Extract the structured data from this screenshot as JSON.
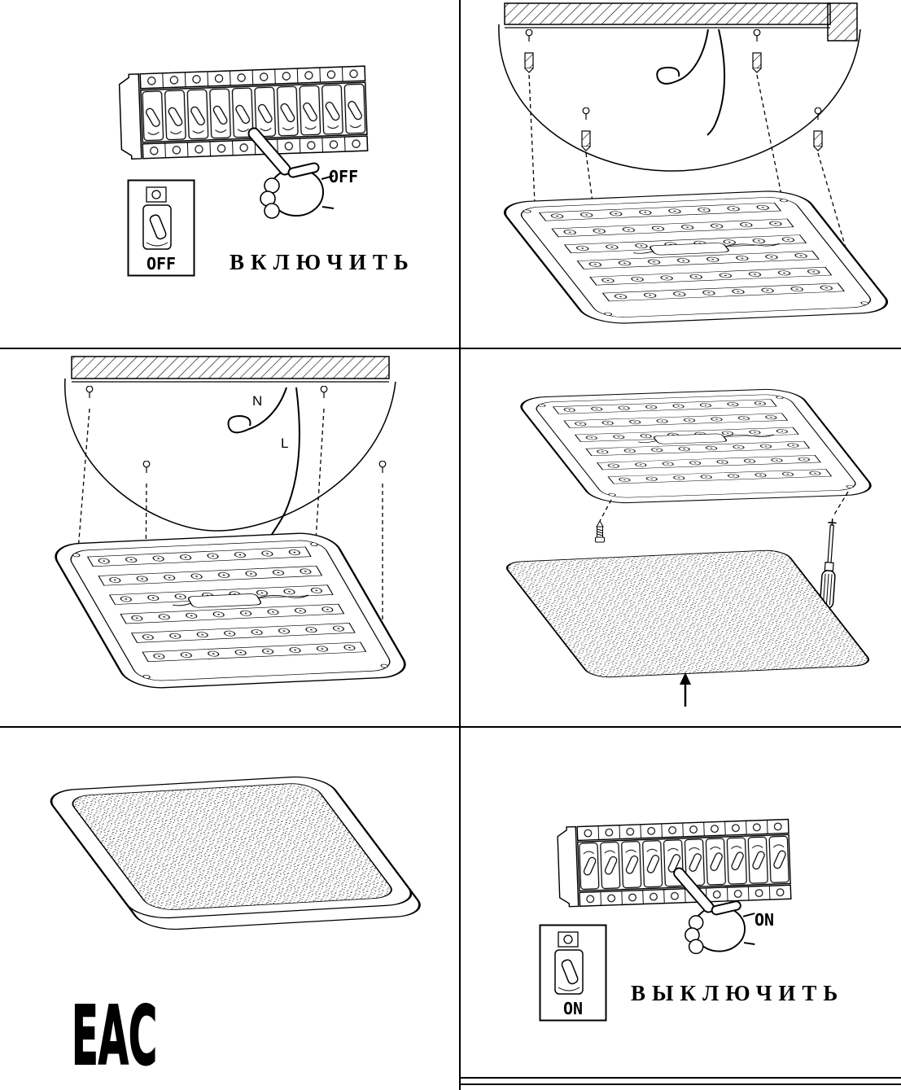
{
  "steps": {
    "power_off": {
      "breaker_label": "OFF",
      "switch_label": "OFF",
      "caption": "ВКЛЮЧИТЬ"
    },
    "wiring": {
      "neutral_label": "N",
      "line_label": "L"
    },
    "power_on": {
      "breaker_label": "ON",
      "switch_label": "ON",
      "caption": "ВЫКЛЮЧИТЬ"
    }
  },
  "certification_mark": "EAC",
  "colors": {
    "ink": "#000000",
    "paper": "#ffffff"
  }
}
